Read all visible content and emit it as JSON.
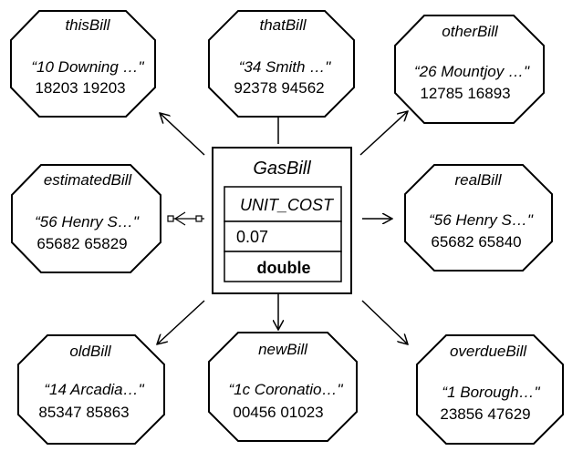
{
  "class_box": {
    "title": "GasBill",
    "attribute_name": "UNIT_COST",
    "attribute_value": "0.07",
    "attribute_type": "double"
  },
  "objects": [
    {
      "id": "thisBill",
      "name": "thisBill",
      "text": "“10 Downing …\"",
      "nums": "18203  19203"
    },
    {
      "id": "thatBill",
      "name": "thatBill",
      "text": "“34 Smith …\"",
      "nums": "92378  94562"
    },
    {
      "id": "otherBill",
      "name": "otherBill",
      "text": "“26 Mountjoy …\"",
      "nums": "12785  16893"
    },
    {
      "id": "estimatedBill",
      "name": "estimatedBill",
      "text": "“56 Henry S…\"",
      "nums": "65682  65829"
    },
    {
      "id": "realBill",
      "name": "realBill",
      "text": "“56 Henry S…\"",
      "nums": "65682  65840"
    },
    {
      "id": "oldBill",
      "name": "oldBill",
      "text": "“14 Arcadia…\"",
      "nums": "85347  85863"
    },
    {
      "id": "newBill",
      "name": "newBill",
      "text": "“1c Coronatio…\"",
      "nums": "00456  01023"
    },
    {
      "id": "overdueBill",
      "name": "overdueBill",
      "text": "“1 Borough…\"",
      "nums": "23856  47629"
    }
  ]
}
